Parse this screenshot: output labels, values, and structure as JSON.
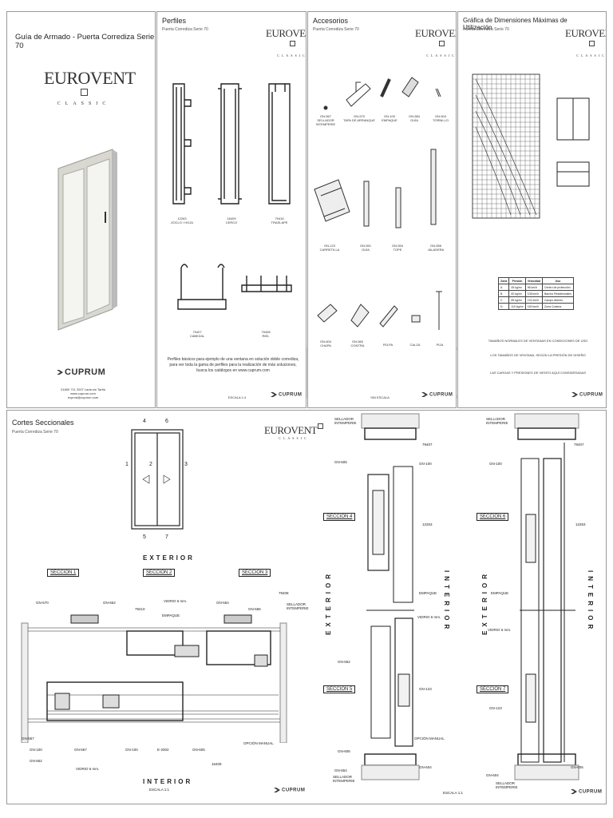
{
  "brand": {
    "name": "EUROVENT",
    "tag": "CLASSIC",
    "supplier": "CUPRUM"
  },
  "cover": {
    "title": "Guía de Armado - Puerta Corrediza Serie 70",
    "contact": [
      "01800 711 2007 Lada sin Tarifa",
      "www.cuprum.com",
      "ecprod@cuprum.com"
    ]
  },
  "perfiles": {
    "title": "Perfiles",
    "subtitle": "Puerta Corrediza Serie 70",
    "items": [
      {
        "code": "12263",
        "name": "ZOCLO / HOJA"
      },
      {
        "code": "16409",
        "name": "CERCO"
      },
      {
        "code": "79416",
        "name": "TRASLAPE"
      },
      {
        "code": "79407",
        "name": "CABEZAL"
      },
      {
        "code": "79408",
        "name": "RIEL"
      }
    ],
    "note": "Perfiles básicos para ejemplo de una ventana en solución doble corrediza, para ver toda la gama de perfiles para la realización de más soluciones, busca los catálogos en www.cuprum.com",
    "scale": "ESCALA 1:4"
  },
  "accesorios": {
    "title": "Accesorios",
    "subtitle": "Puerta Corrediza Serie 70",
    "items": [
      {
        "code": "GN-567",
        "name": "SELLADOR INTEMPERIE"
      },
      {
        "code": "GN-570",
        "name": "TAPA DE ARRANQUE"
      },
      {
        "code": "GN-100",
        "name": "EMPAQUE"
      },
      {
        "code": "GN-584",
        "name": "GUÍA"
      },
      {
        "code": "GN-504",
        "name": "TORNILLO"
      },
      {
        "code": "GN-123",
        "name": "CARRETILLA"
      },
      {
        "code": "GN-551",
        "name": "GUÍA"
      },
      {
        "code": "GN-554",
        "name": "TOPE"
      },
      {
        "code": "GN-556",
        "name": "JALADERA"
      },
      {
        "code": "GN-604",
        "name": "CHAPA"
      },
      {
        "code": "GN-560",
        "name": "CONTRA"
      },
      {
        "code": "",
        "name": "FELPA"
      },
      {
        "code": "",
        "name": "CALZA"
      },
      {
        "code": "",
        "name": "PIJA"
      }
    ],
    "scale": "SIN ESCALA"
  },
  "grafica": {
    "title": "Gráfica de Dimensiones Máximas de Utilización",
    "subtitle": "Puerta Corrediza Serie 70",
    "table_header": [
      "Zona",
      "Presión",
      "Velocidad",
      "Uso"
    ],
    "table_rows": [
      [
        "A",
        "45 kg/m²",
        "96 km/h",
        "Centro de protección"
      ],
      [
        "B",
        "60 kg/m²",
        "108 km/h",
        "Barrios Residenciales"
      ],
      [
        "C",
        "85 kg/m²",
        "131 km/h",
        "Campo Abierto"
      ],
      [
        "D",
        "110 kg/m²",
        "150 km/h",
        "Zona Costera"
      ]
    ],
    "notes": [
      "TAMAÑOS NORMALES DE VENTANAS EN CONDICIONES DE USO",
      "LOS TAMAÑOS DE VENTANA, SEGÚN LA PRESIÓN DE DISEÑO",
      "LAS CARGAS Y PRESIONES DE VIENTO AQUÍ CONSIDERADAS"
    ]
  },
  "cortes": {
    "title": "Cortes Seccionales",
    "subtitle": "Puerta Corrediza Serie 70",
    "exterior": "EXTERIOR",
    "interior": "INTERIOR",
    "scale": "ESCALA 1:1",
    "key_numbers": [
      "1",
      "2",
      "3",
      "4",
      "5",
      "6",
      "7"
    ],
    "sections": [
      "SECCIÓN 1",
      "SECCIÓN 2",
      "SECCIÓN 3",
      "SECCIÓN 4",
      "SECCIÓN 5",
      "SECCIÓN 6",
      "SECCIÓN 7"
    ],
    "labels": {
      "vidrio": "VIDRIO 6 mm.",
      "empaque": "EMPAQUE",
      "sellador": "SELLADOR INTEMPERIE",
      "opcion": "OPCIÓN MANUAL",
      "p79407": "79407",
      "p12263": "12263",
      "p79408": "79408",
      "p79410": "79410",
      "gn570": "GN-570",
      "gn100": "GN-100",
      "gn554": "GN-554",
      "gn567": "GN-567",
      "gn123": "GN-123",
      "gn551": "GN-551",
      "gn604": "GN-604",
      "gn605": "GN-605",
      "gn556": "GN-556",
      "gn552": "GN-552",
      "e2002": "E-2002",
      "m79416": "16409"
    }
  }
}
